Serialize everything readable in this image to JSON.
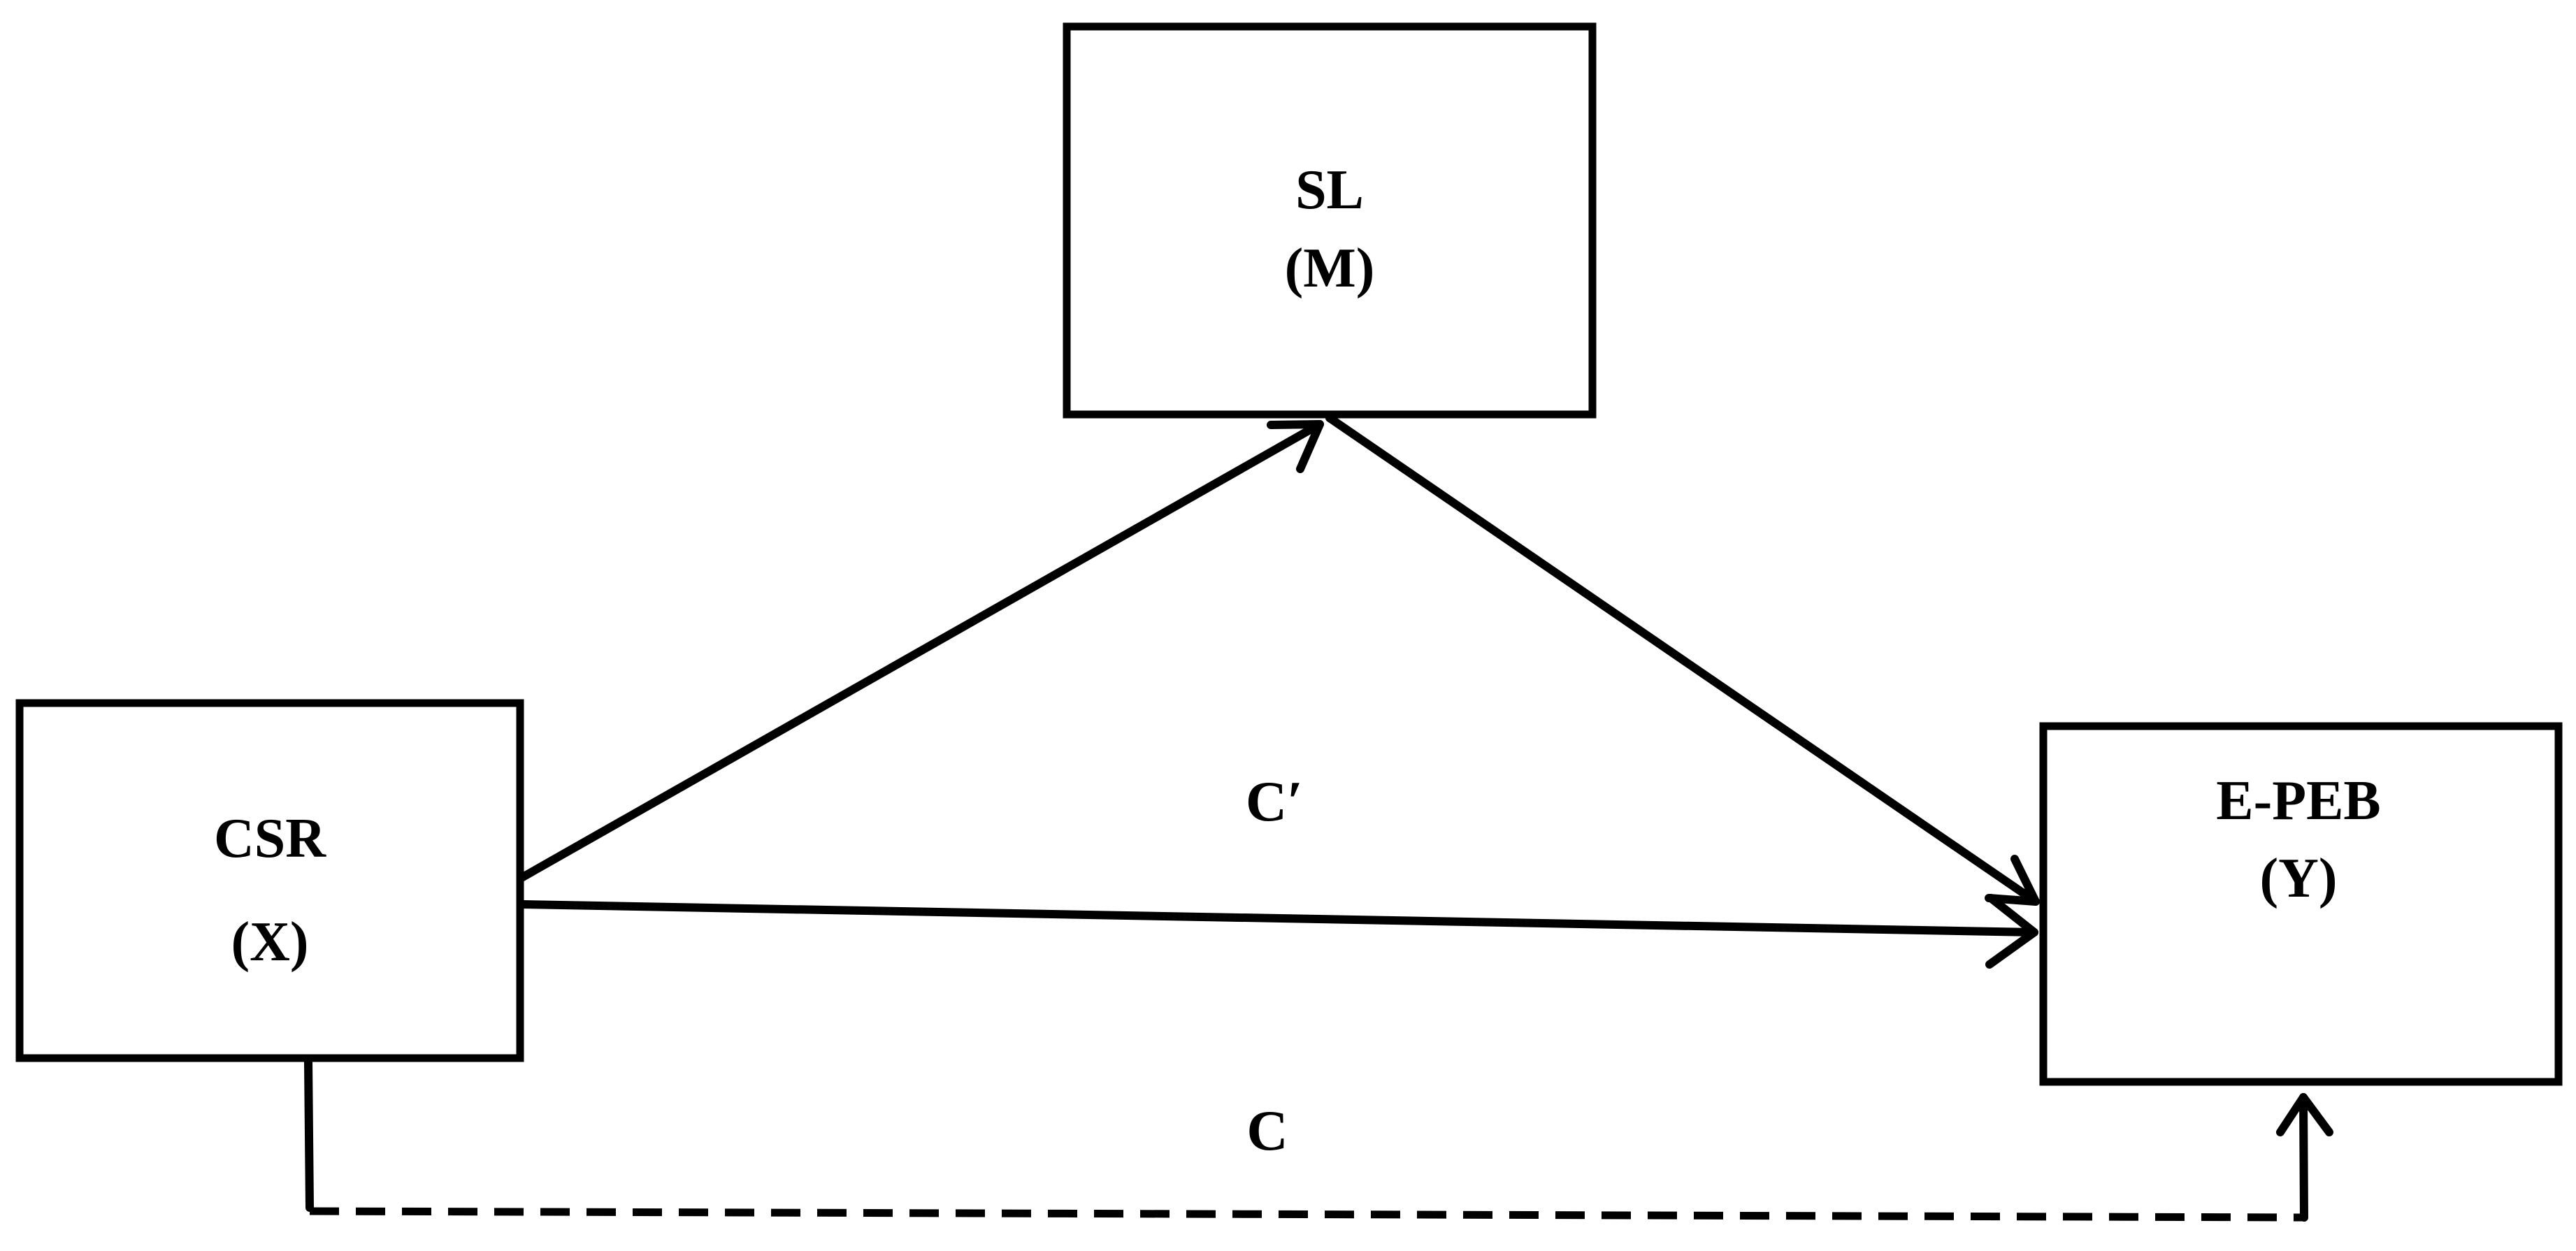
{
  "nodes": {
    "mediator": {
      "line1": "SL",
      "line2": "(M)"
    },
    "independent": {
      "line1": "CSR",
      "line2": "(X)"
    },
    "dependent": {
      "line1": "E-PEB",
      "line2": "(Y)"
    }
  },
  "paths": {
    "direct_label": "C′",
    "total_label": "C"
  }
}
